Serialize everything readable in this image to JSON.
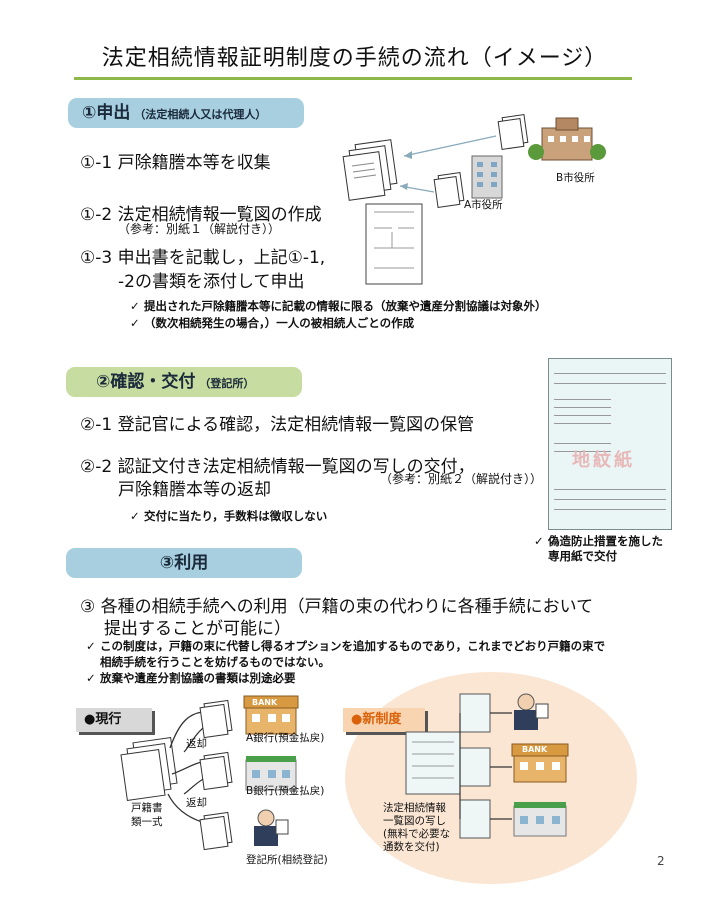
{
  "title": "法定相続情報証明制度の手続の流れ（イメージ）",
  "section1": {
    "header": "①申出",
    "sub": "（法定相続人又は代理人）",
    "step1": "①-1 戸除籍謄本等を収集",
    "step2": "①-2 法定相続情報一覧図の作成",
    "step2_ref": "（参考：別紙１（解説付き））",
    "step3_line1": "①-3 申出書を記載し，上記①-1,",
    "step3_line2": "-2の書類を添付して申出",
    "notes": [
      "提出された戸除籍謄本等に記載の情報に限る（放棄や遺産分割協議は対象外）",
      "（数次相続発生の場合，）一人の被相続人ごとの作成"
    ],
    "city_b": "B市役所",
    "city_a": "A市役所"
  },
  "section2": {
    "header": "②確認・交付",
    "sub": "（登記所）",
    "step1": "②-1 登記官による確認，法定相続情報一覧図の保管",
    "step2_line1": "②-2 認証文付き法定相続情報一覧図の写しの交付，",
    "step2_line2": "戸除籍謄本等の返却",
    "step2_ref": "（参考：別紙２（解説付き））",
    "note": "交付に当たり，手数料は徴収しない",
    "cert_note_line1": "偽造防止措置を施した",
    "cert_note_line2": "専用紙で交付",
    "cert_stamp": "地紋紙"
  },
  "section3": {
    "header": "③利用",
    "text_line1": "③ 各種の相続手続への利用（戸籍の束の代わりに各種手続において",
    "text_line2": "提出することが可能に）",
    "note1_line1": "この制度は，戸籍の束に代替し得るオプションを追加するものであり，これまでどおり戸籍の束で",
    "note1_line2": "相続手続を行うことを妨げるものではない。",
    "note2": "放棄や遺産分割協議の書類は別途必要"
  },
  "current": {
    "tag": "●現行",
    "bundle_line1": "戸籍書",
    "bundle_line2": "類一式",
    "return1": "返却",
    "return2": "返却",
    "bank_a": "A銀行(預金払戻)",
    "bank_b": "B銀行(預金払戻)",
    "registry": "登記所(相続登記)",
    "bank_sign": "BANK"
  },
  "new": {
    "tag": "●新制度",
    "doc_line1": "法定相続情報",
    "doc_line2": "一覧図の写し",
    "doc_line3": "(無料で必要な",
    "doc_line4": "通数を交付)",
    "bank_sign": "BANK"
  },
  "page_number": "2"
}
